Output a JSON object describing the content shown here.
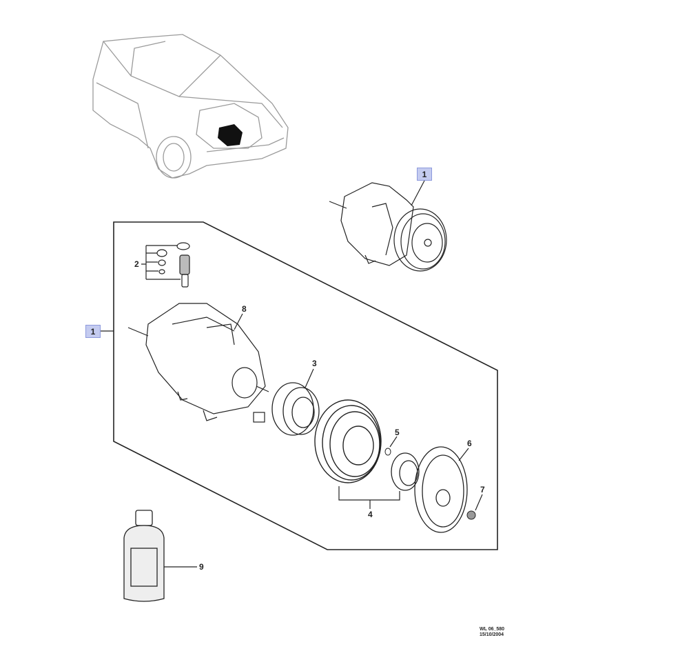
{
  "diagram": {
    "callouts": {
      "assembly_top": "1",
      "assembly_left": "1"
    },
    "part_labels": {
      "o_rings_valves": "2",
      "clutch_coil": "3",
      "pulley": "4",
      "shim": "5",
      "clutch_plate": "6",
      "nut": "7",
      "compressor_body": "8",
      "oil_bottle": "9"
    },
    "reference": {
      "code": "WL 06_580",
      "date": "15/10/2004"
    },
    "colors": {
      "callout_fill": "#c4cbf0",
      "callout_border": "#8c99dc",
      "line": "#222222"
    }
  }
}
